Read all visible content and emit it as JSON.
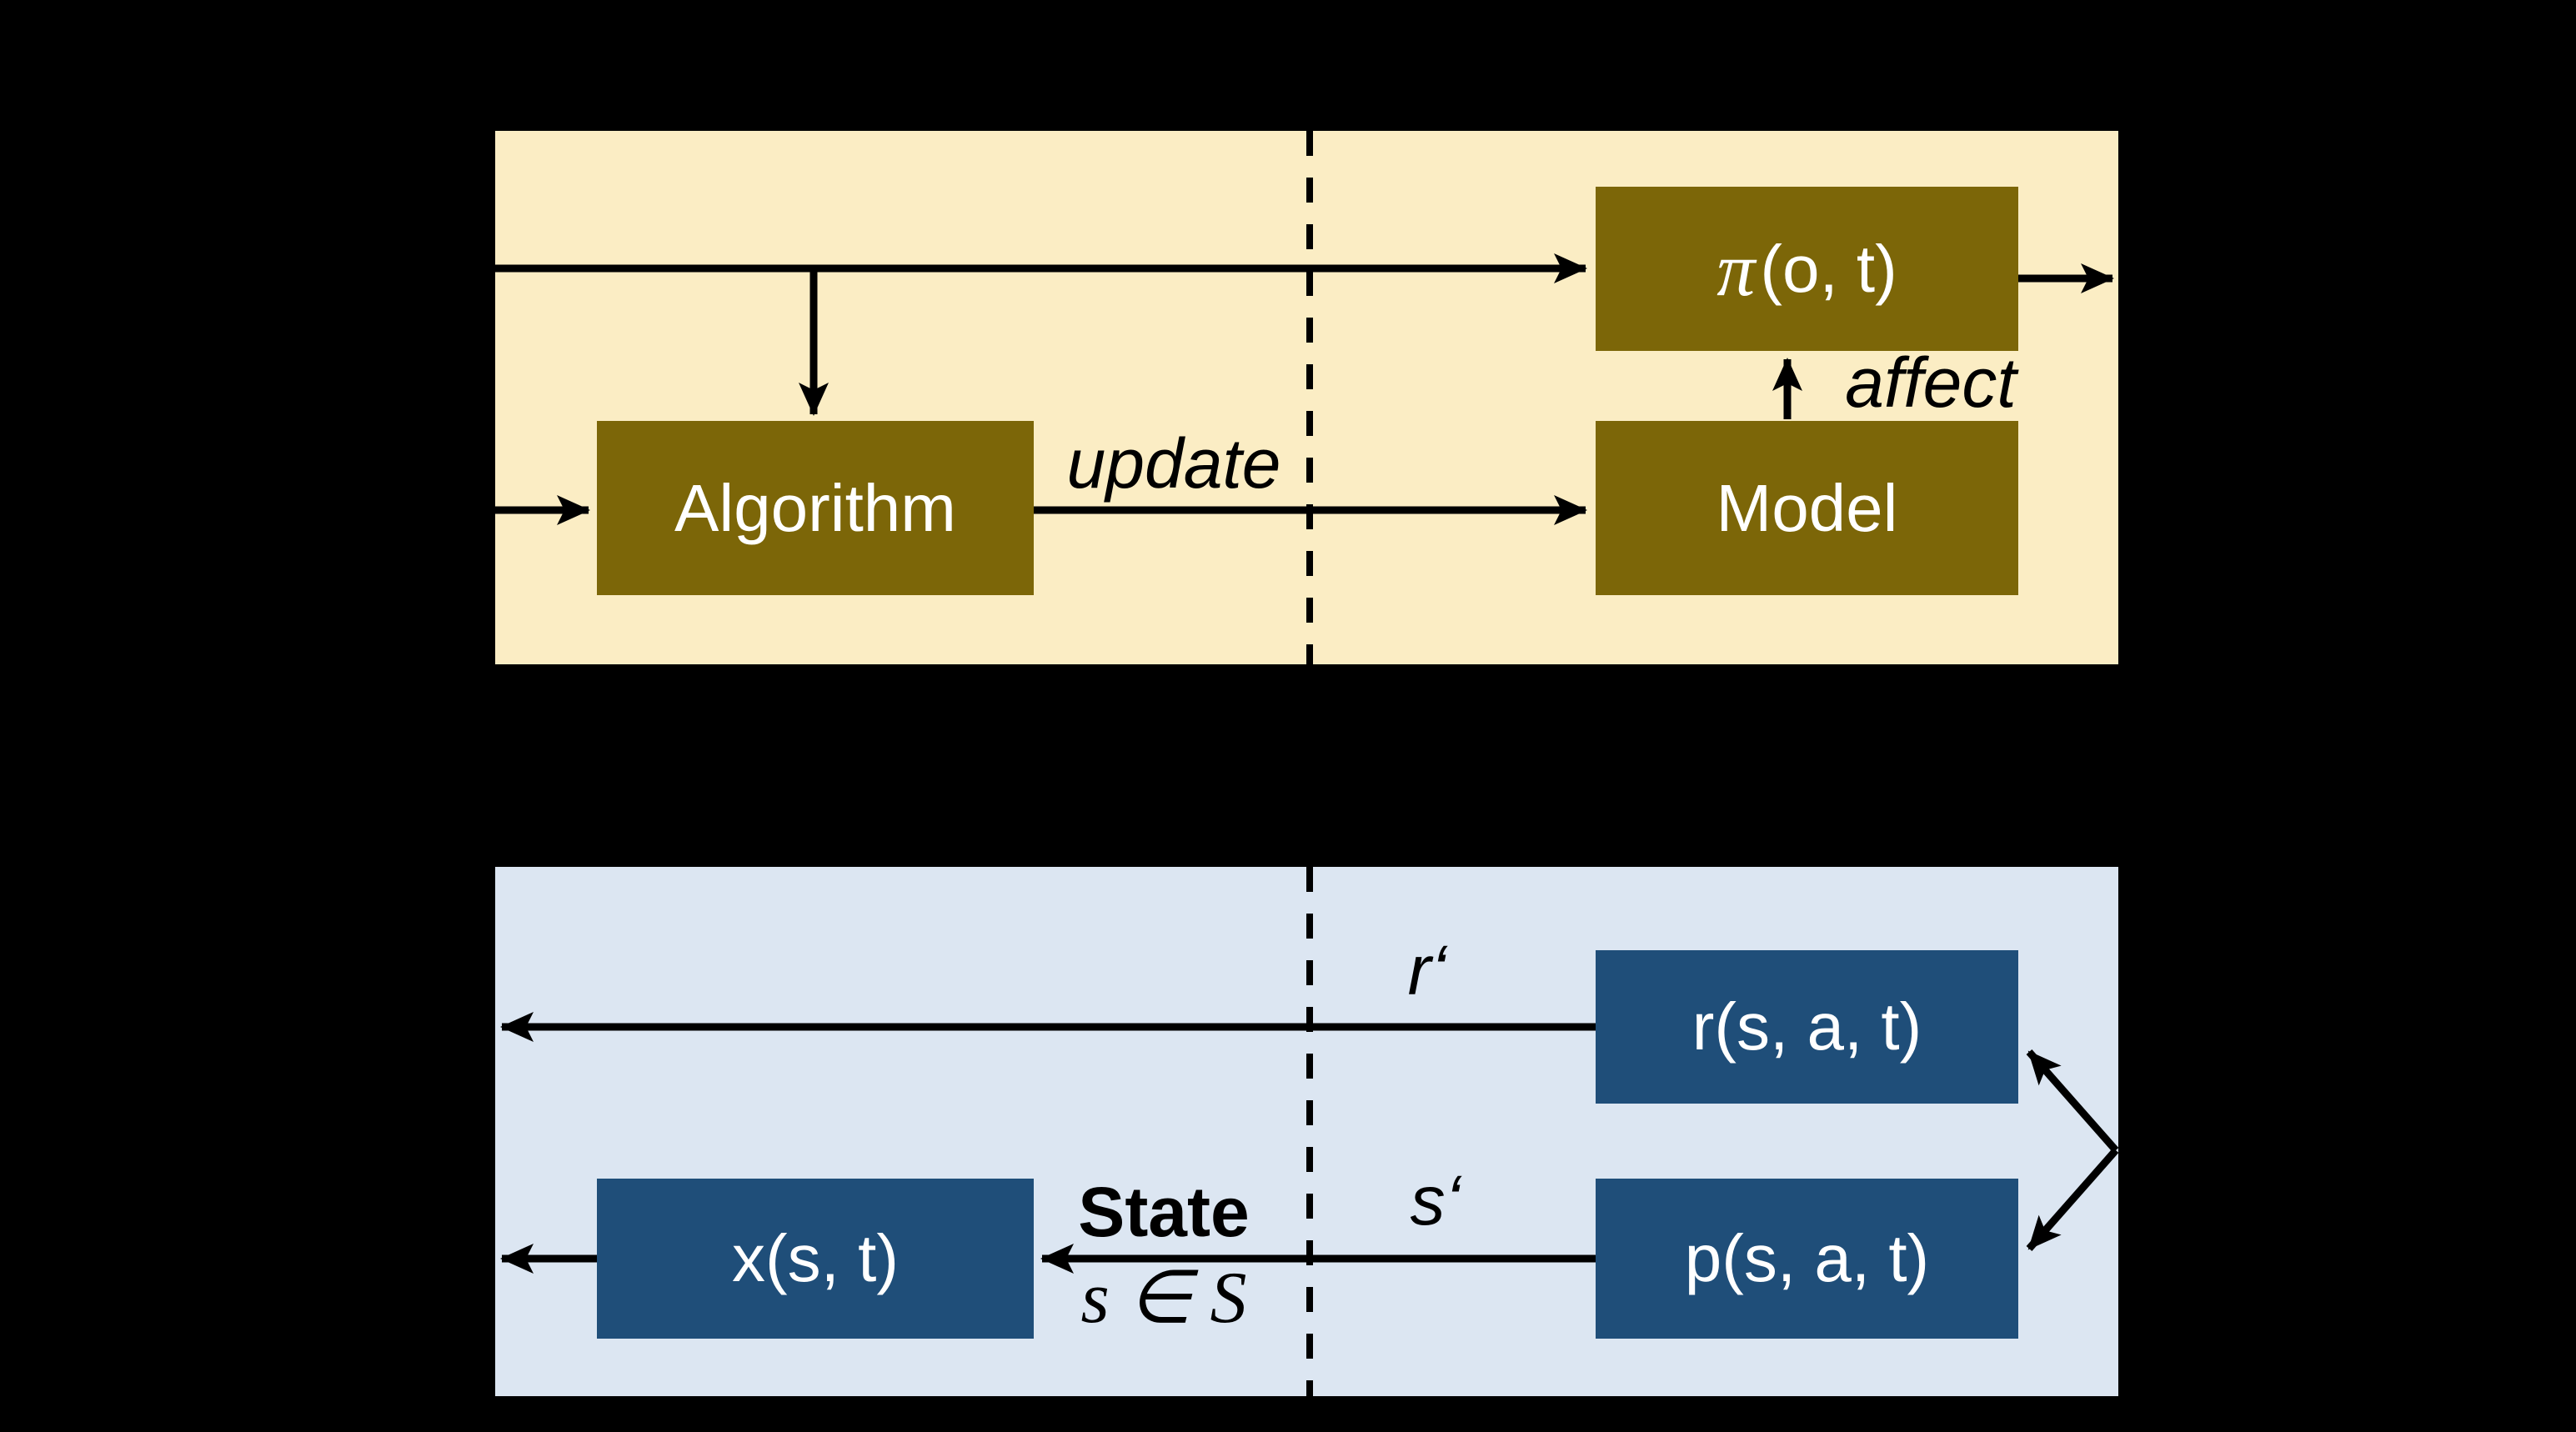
{
  "diagram": {
    "agent_panel": {
      "policy_symbol": "π",
      "policy_args": "(o, t)",
      "algorithm_label": "Algorithm",
      "model_label": "Model",
      "update_label": "update",
      "affect_label": "affect"
    },
    "environment_panel": {
      "reward_label": "r(s, a, t)",
      "state_feature_label": "x(s, t)",
      "transition_label": "p(s, a, t)",
      "reward_prime_label": "r‘",
      "next_state_prime_label": "s‘",
      "state_word_label": "State",
      "state_membership_label": "s ∈ S"
    },
    "colors": {
      "background": "#000000",
      "agent_panel_bg": "#FBEDC4",
      "agent_box_bg": "#7C6608",
      "environment_panel_bg": "#DCE6F2",
      "environment_box_bg": "#1F4E79",
      "line_color": "#000000",
      "box_text_color": "#FFFFFF"
    }
  }
}
